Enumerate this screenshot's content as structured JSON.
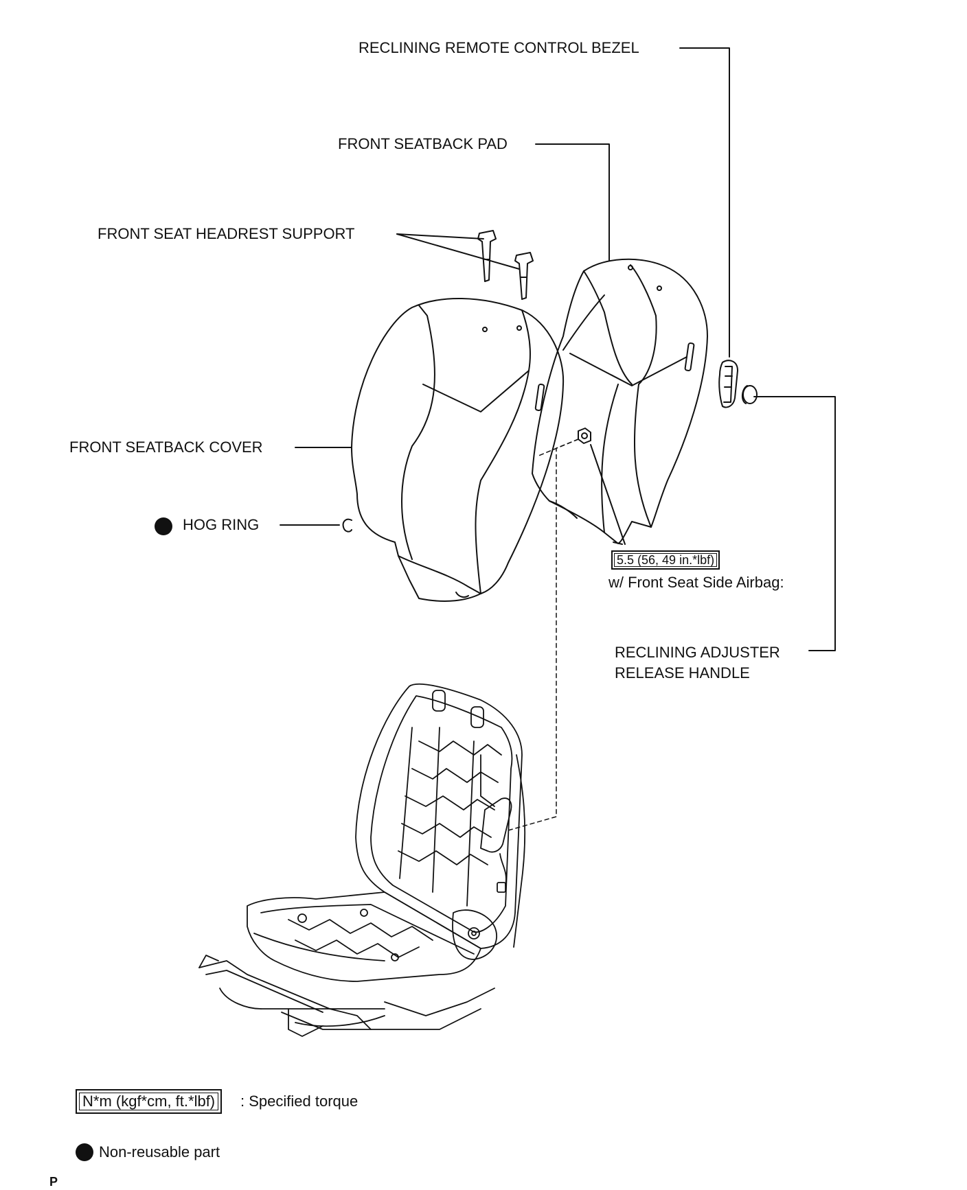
{
  "labels": {
    "bezel": "RECLINING REMOTE CONTROL BEZEL",
    "pad": "FRONT SEATBACK PAD",
    "headrest_support": "FRONT SEAT HEADREST SUPPORT",
    "cover": "FRONT SEATBACK COVER",
    "hog_ring": "HOG RING",
    "handle_line1": "RECLINING ADJUSTER",
    "handle_line2": "RELEASE HANDLE",
    "airbag_note": "w/ Front Seat Side Airbag:"
  },
  "torque": {
    "value": "5.5 (56, 49 in.*lbf)"
  },
  "legend": {
    "torque_unit": "N*m (kgf*cm, ft.*lbf)",
    "torque_desc": ": Specified torque",
    "nonreusable_desc": "Non-reusable part"
  },
  "corner_mark": "P"
}
